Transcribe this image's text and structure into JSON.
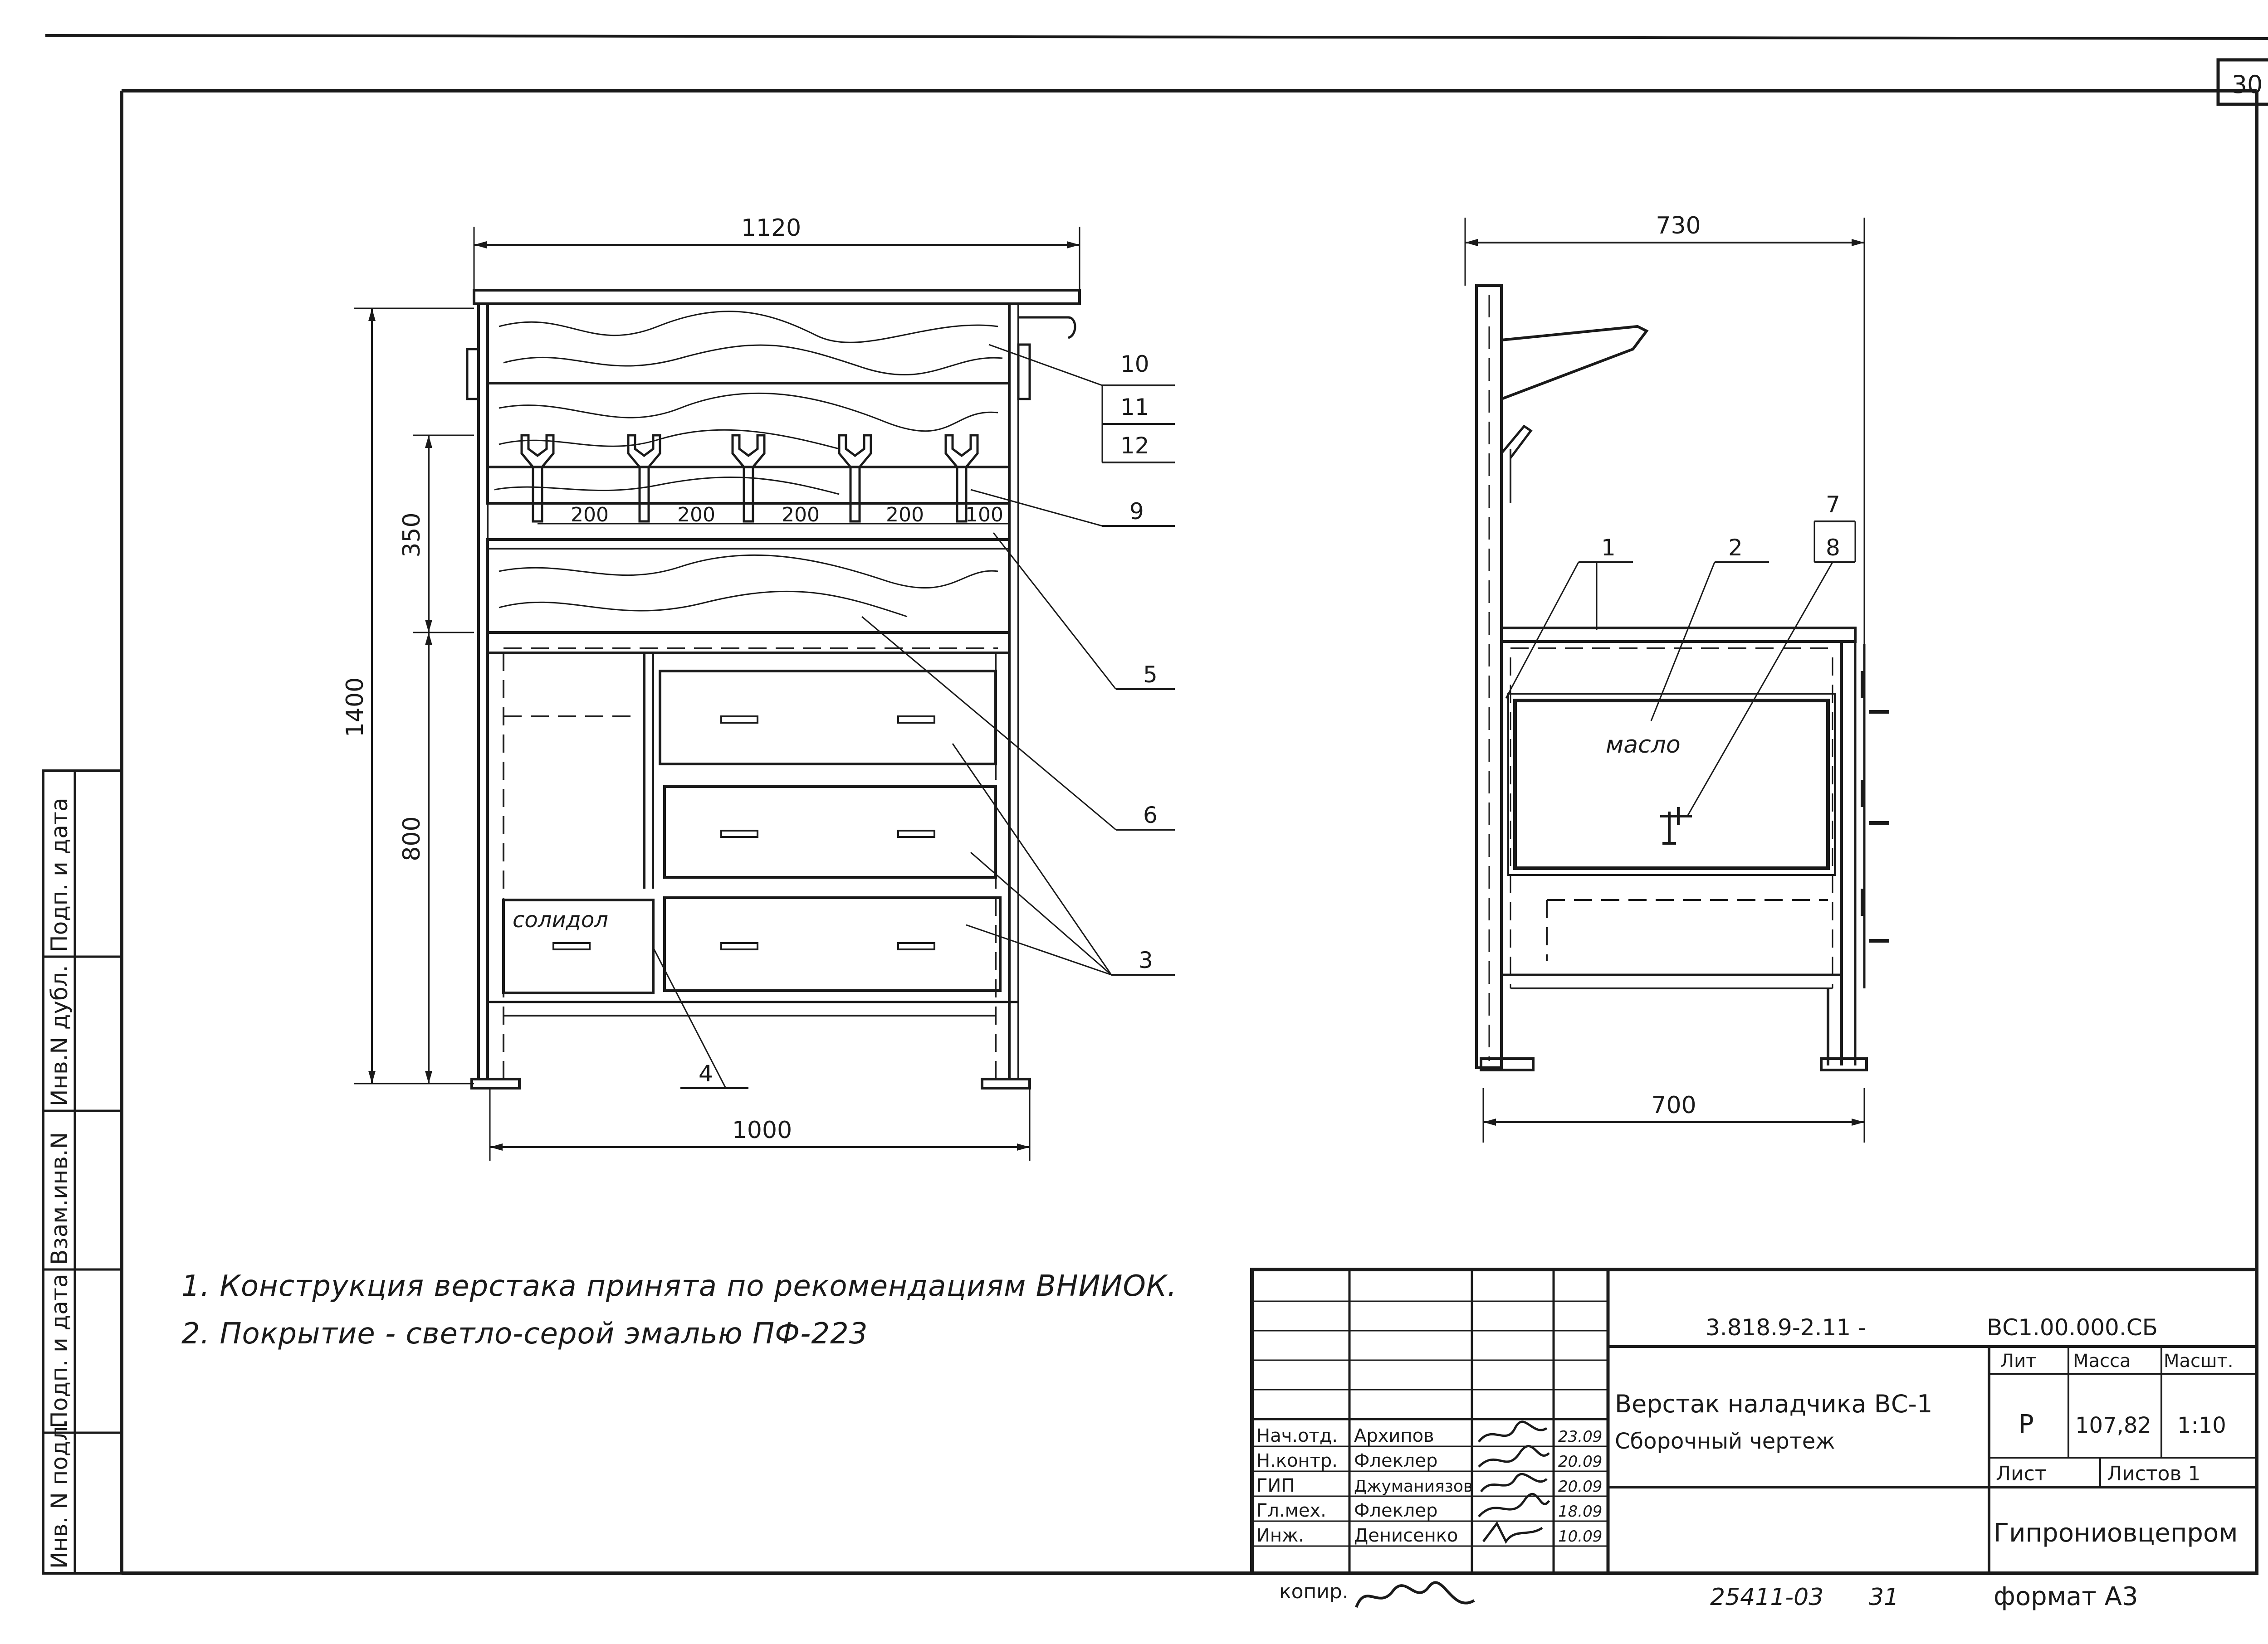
{
  "sheet_number": "30",
  "front_view": {
    "dims": {
      "top_width": "1120",
      "base_width": "1000",
      "total_height": "1400",
      "shelf_height": "350",
      "table_height": "800",
      "hook_spacing": [
        "200",
        "200",
        "200",
        "200",
        "100"
      ]
    },
    "drawer_label": "солидол",
    "callouts": [
      "10",
      "11",
      "12",
      "9",
      "5",
      "6",
      "3",
      "4"
    ]
  },
  "side_view": {
    "dims": {
      "top_depth": "730",
      "base_depth": "700"
    },
    "tank_label": "масло",
    "callouts": [
      "1",
      "2",
      "7",
      "8"
    ]
  },
  "notes": [
    "1. Конструкция верстака принята по рекомендациям ВНИИОК.",
    "2. Покрытие - светло-серой эмалью  ПФ-223"
  ],
  "side_stamp": [
    "Инв. N подл.",
    "Подп. и дата",
    "Взам.инв.N",
    "Инв.N дубл.",
    "Подп. и дата"
  ],
  "title_block": {
    "designation": "3.818.9-2.11 -",
    "code": "ВС1.00.000.СБ",
    "title_line1": "Верстак наладчика ВС-1",
    "title_line2": "Сборочный чертеж",
    "col_lit": "Лит",
    "col_mass": "Масса",
    "col_scale": "Масшт.",
    "lit_value": "Р",
    "mass_value": "107,82",
    "scale_value": "1:10",
    "sheet_label": "Лист",
    "sheets_label": "Листов 1",
    "organization": "Гипрониовцепром",
    "signatures": [
      {
        "role": "Нач.отд.",
        "name": "Архипов",
        "date": "23.09"
      },
      {
        "role": "Н.контр.",
        "name": "Флеклер",
        "date": "20.09"
      },
      {
        "role": "ГИП",
        "name": "Джуманиязов",
        "date": "20.09"
      },
      {
        "role": "Гл.мех.",
        "name": "Флеклер",
        "date": "18.09"
      },
      {
        "role": "Инж.",
        "name": "Денисенко",
        "date": "10.09"
      }
    ]
  },
  "copy_label": "копир.",
  "archive_number": "25411-03",
  "archive_page": "31",
  "format_label": "формат А3"
}
